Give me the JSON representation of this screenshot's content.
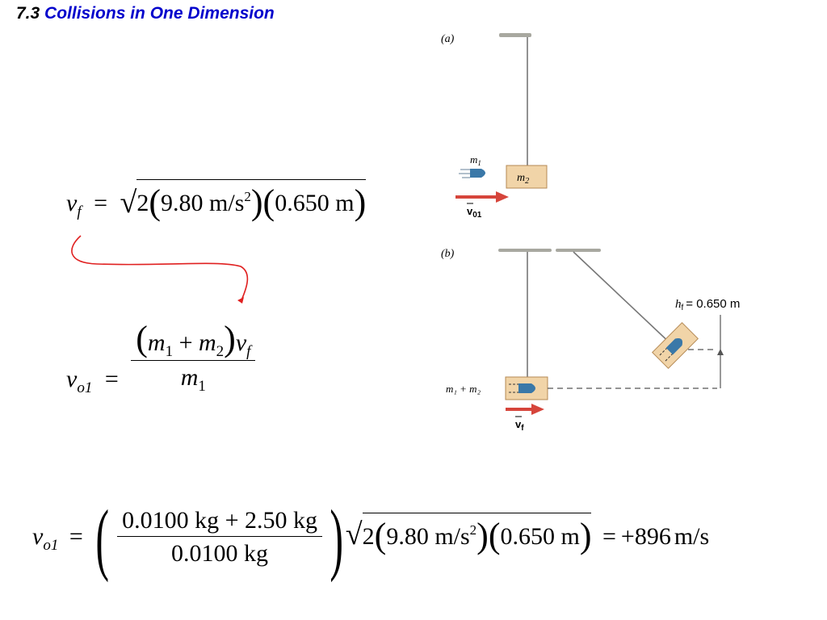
{
  "slide": {
    "section_number": "7.3",
    "section_title": "Collisions in One Dimension"
  },
  "equation1": {
    "lhs_var": "v",
    "lhs_sub": "f",
    "equals": "=",
    "two": "2",
    "g_value": "9.80",
    "g_unit": "m/s",
    "g_exp": "2",
    "h_value": "0.650",
    "h_unit": "m"
  },
  "equation2": {
    "lhs_var": "v",
    "lhs_sub": "o1",
    "equals": "=",
    "num_m1": "m",
    "num_m1_sub": "1",
    "plus": "+",
    "num_m2": "m",
    "num_m2_sub": "2",
    "num_v": "v",
    "num_v_sub": "f",
    "den_m": "m",
    "den_m_sub": "1"
  },
  "equation3": {
    "lhs_var": "v",
    "lhs_sub": "o1",
    "equals": "=",
    "num_a": "0.0100",
    "num_a_unit": "kg",
    "plus": "+",
    "num_b": "2.50",
    "num_b_unit": "kg",
    "den": "0.0100",
    "den_unit": "kg",
    "two": "2",
    "g_value": "9.80",
    "g_unit": "m/s",
    "g_exp": "2",
    "h_value": "0.650",
    "h_unit": "m",
    "equals2": "=",
    "result": "+896",
    "result_unit": "m/s"
  },
  "figure": {
    "panel_a_label": "(a)",
    "panel_b_label": "(b)",
    "m1_label": "m",
    "m1_sub": "1",
    "m2_label": "m",
    "m2_sub": "2",
    "v01_label": "v",
    "v01_sub": "01",
    "vf_label": "v",
    "vf_sub": "f",
    "combined_label": "m₁ + m₂",
    "hf_label": "h",
    "hf_sub": "f",
    "hf_value": "= 0.650 m",
    "colors": {
      "block": "#f1d4a8",
      "block_edge": "#b58a55",
      "bullet": "#3a78a8",
      "arrow_red": "#d6453b",
      "annot_red": "#e02020",
      "ceiling": "#a8a8a0"
    }
  }
}
